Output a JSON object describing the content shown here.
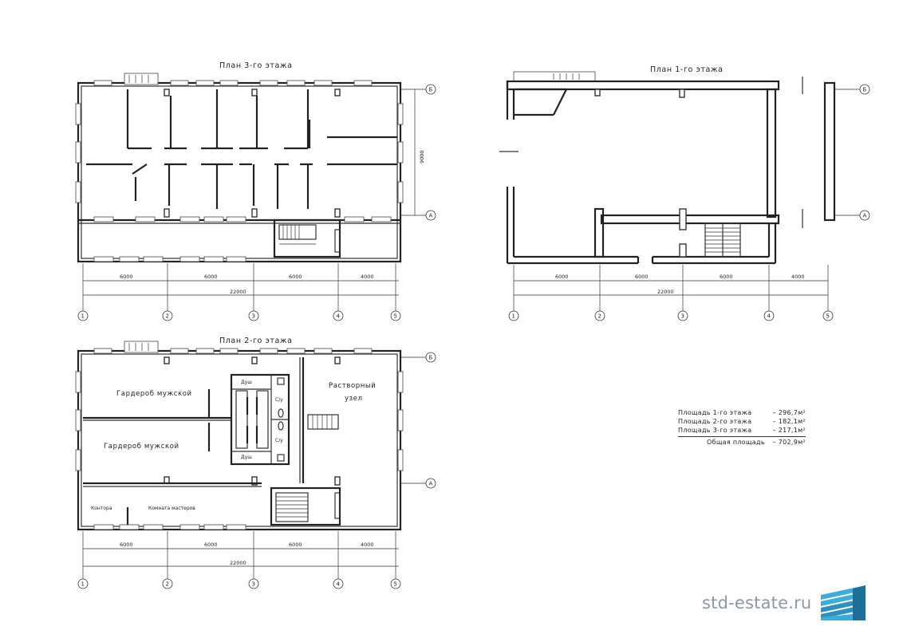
{
  "plans": {
    "floor3": {
      "title": "План 3-го этажа",
      "dims": [
        "6000",
        "6000",
        "6000",
        "4000"
      ],
      "total": "22000",
      "height": "9000",
      "axes_x": [
        "1",
        "2",
        "3",
        "4",
        "5"
      ],
      "axes_y": [
        "Б",
        "А"
      ]
    },
    "floor1": {
      "title": "План 1-го этажа",
      "dims": [
        "6000",
        "6000",
        "6000",
        "4000"
      ],
      "total": "22000",
      "axes_x": [
        "1",
        "2",
        "3",
        "4",
        "5"
      ],
      "axes_y": [
        "Б",
        "А"
      ]
    },
    "floor2": {
      "title": "План 2-го этажа",
      "dims": [
        "6000",
        "6000",
        "6000",
        "4000"
      ],
      "total": "22000",
      "axes_x": [
        "1",
        "2",
        "3",
        "4",
        "5"
      ],
      "axes_y": [
        "Б",
        "А"
      ],
      "rooms": {
        "wardrobe_top": "Гардероб мужской",
        "wardrobe_bottom": "Гардероб мужской",
        "mortar_1": "Растворный",
        "mortar_2": "узел",
        "office": "Контора",
        "masters_room": "Комната мастеров",
        "shower_top": "Душ",
        "shower_bottom": "Душ",
        "wc_top": "С/у",
        "wc_bottom": "С/у"
      }
    }
  },
  "areas": {
    "rows": [
      {
        "label": "Площадь 1-го этажа",
        "value": "– 296,7м²"
      },
      {
        "label": "Площадь 2-го этажа",
        "value": "– 182,1м²"
      },
      {
        "label": "Площадь 3-го этажа",
        "value": "– 217,1м²"
      }
    ],
    "total": {
      "label": "Общая площадь",
      "value": "– 702,9м²"
    }
  },
  "logo": {
    "text": "std-estate.ru",
    "colors": [
      "#3aaed8",
      "#1e6e9a",
      "#2f8fc0"
    ]
  }
}
